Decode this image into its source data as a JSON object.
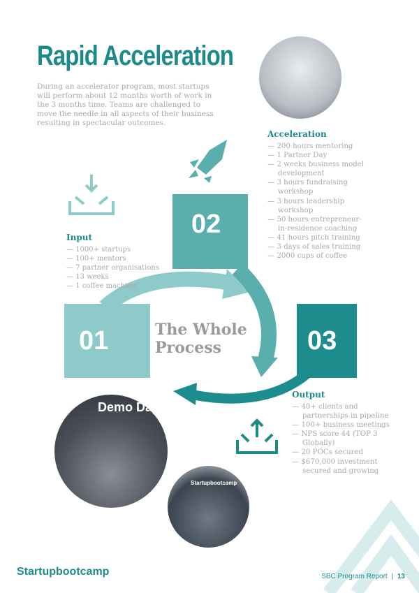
{
  "title": "Rapid Acceleration",
  "intro": "During an accelerator program, most startups will perform about 12 months worth of work in the 3 months time. Teams are challenged to move the needle in all aspects of their business resulting in spectacular outcomes.",
  "input": {
    "heading": "Input",
    "items": [
      "1000+ startups",
      "100+ mentors",
      "7 partner organisations",
      "13 weeks",
      "1 coffee machine"
    ]
  },
  "acceleration": {
    "heading": "Acceleration",
    "items": [
      "200 hours mentoring",
      "1 Partner Day",
      "2 weeks business model development",
      "3 hours fundraising workshop",
      "3 hours leadership workshop",
      "50 hours entrepreneur-in-residence coaching",
      "41 hours pitch training",
      "3 days of sales training",
      "2000 cups of coffee"
    ]
  },
  "output": {
    "heading": "Output",
    "items": [
      "40+ clients and partnerships in pipeline",
      "100+ business meetings",
      "NPS score 44 (TOP 3 Globally)",
      "20 POCs secured",
      "$670,000 investment secured and growing"
    ]
  },
  "steps": [
    "01",
    "02",
    "03"
  ],
  "center_label": [
    "The Whole",
    "Process"
  ],
  "photo_label": "Demo Day",
  "footer": {
    "logo": "Startupbootcamp",
    "report": "SBC Program Report",
    "separator": "|",
    "page": "13"
  },
  "colors": {
    "dark": "#1d8a8a",
    "mid": "#5aaeae",
    "light": "#8fcaca"
  }
}
